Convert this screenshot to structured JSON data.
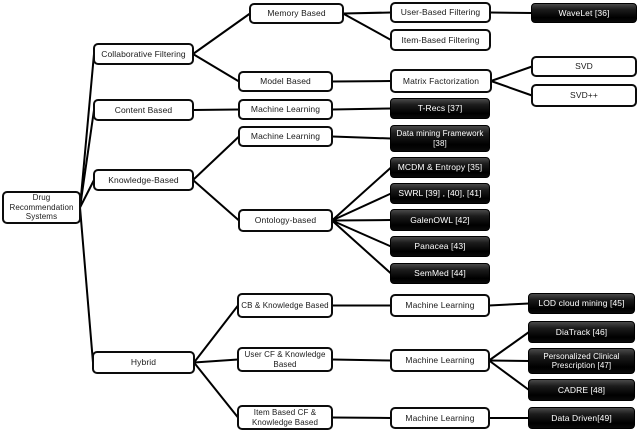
{
  "colors": {
    "line": "#000000",
    "white_box_bg": "#ffffff",
    "white_box_border": "#0c0c0c",
    "black_box_bg": "#000000",
    "black_box_text": "#ffffff",
    "text": "#1a1a1a"
  },
  "nodes": {
    "root": {
      "label": "Drug\nRecommendation\nSystems",
      "variant": "white"
    },
    "cf": {
      "label": "Collaborative Filtering",
      "variant": "white"
    },
    "memory": {
      "label": "Memory Based",
      "variant": "white"
    },
    "userbased": {
      "label": "User-Based Filtering",
      "variant": "white"
    },
    "wavelet": {
      "label": "WaveLet [36]",
      "variant": "black"
    },
    "itembased": {
      "label": "Item-Based Filtering",
      "variant": "white"
    },
    "model": {
      "label": "Model Based",
      "variant": "white"
    },
    "matrix": {
      "label": "Matrix Factorization",
      "variant": "white"
    },
    "svd": {
      "label": "SVD",
      "variant": "white"
    },
    "svdpp": {
      "label": "SVD++",
      "variant": "white"
    },
    "content": {
      "label": "Content Based",
      "variant": "white"
    },
    "ml_content": {
      "label": "Machine Learning",
      "variant": "white"
    },
    "trecs": {
      "label": "T-Recs [37]",
      "variant": "black"
    },
    "kb": {
      "label": "Knowledge-Based",
      "variant": "white"
    },
    "ml_kb": {
      "label": "Machine Learning",
      "variant": "white"
    },
    "dmf": {
      "label": "Data mining Framework\n[38]",
      "variant": "black"
    },
    "ontology": {
      "label": "Ontology-based",
      "variant": "white"
    },
    "mcdm": {
      "label": "MCDM & Entropy [35]",
      "variant": "black"
    },
    "swrl": {
      "label": "SWRL [39] , [40], [41]",
      "variant": "black"
    },
    "galenowl": {
      "label": "GalenOWL [42]",
      "variant": "black"
    },
    "panacea": {
      "label": "Panacea [43]",
      "variant": "black"
    },
    "semmed": {
      "label": "SemMed [44]",
      "variant": "black"
    },
    "hybrid": {
      "label": "Hybrid",
      "variant": "white"
    },
    "cbkb": {
      "label": "CB & Knowledge Based",
      "variant": "white"
    },
    "ml_h1": {
      "label": "Machine Learning",
      "variant": "white"
    },
    "lod": {
      "label": "LOD cloud mining [45]",
      "variant": "black"
    },
    "usercfkb": {
      "label": "User CF & Knowledge\nBased",
      "variant": "white"
    },
    "ml_h2": {
      "label": "Machine Learning",
      "variant": "white"
    },
    "diatrack": {
      "label": "DiaTrack [46]",
      "variant": "black"
    },
    "pcp": {
      "label": "Personalized Clinical\nPrescription [47]",
      "variant": "black"
    },
    "cadre": {
      "label": "CADRE [48]",
      "variant": "black"
    },
    "itemcfkb": {
      "label": "Item Based CF &\nKnowledge Based",
      "variant": "white"
    },
    "ml_h3": {
      "label": "Machine Learning",
      "variant": "white"
    },
    "datadriven": {
      "label": "Data Driven[49]",
      "variant": "black"
    }
  },
  "edges": [
    [
      "root",
      "cf"
    ],
    [
      "root",
      "content"
    ],
    [
      "root",
      "kb"
    ],
    [
      "root",
      "hybrid"
    ],
    [
      "cf",
      "memory"
    ],
    [
      "cf",
      "model"
    ],
    [
      "memory",
      "userbased"
    ],
    [
      "memory",
      "itembased"
    ],
    [
      "userbased",
      "wavelet"
    ],
    [
      "model",
      "matrix"
    ],
    [
      "matrix",
      "svd"
    ],
    [
      "matrix",
      "svdpp"
    ],
    [
      "content",
      "ml_content"
    ],
    [
      "ml_content",
      "trecs"
    ],
    [
      "kb",
      "ml_kb"
    ],
    [
      "kb",
      "ontology"
    ],
    [
      "ml_kb",
      "dmf"
    ],
    [
      "ontology",
      "mcdm"
    ],
    [
      "ontology",
      "swrl"
    ],
    [
      "ontology",
      "galenowl"
    ],
    [
      "ontology",
      "panacea"
    ],
    [
      "ontology",
      "semmed"
    ],
    [
      "hybrid",
      "cbkb"
    ],
    [
      "hybrid",
      "usercfkb"
    ],
    [
      "hybrid",
      "itemcfkb"
    ],
    [
      "cbkb",
      "ml_h1"
    ],
    [
      "ml_h1",
      "lod"
    ],
    [
      "usercfkb",
      "ml_h2"
    ],
    [
      "ml_h2",
      "diatrack"
    ],
    [
      "ml_h2",
      "pcp"
    ],
    [
      "ml_h2",
      "cadre"
    ],
    [
      "itemcfkb",
      "ml_h3"
    ],
    [
      "ml_h3",
      "datadriven"
    ]
  ]
}
